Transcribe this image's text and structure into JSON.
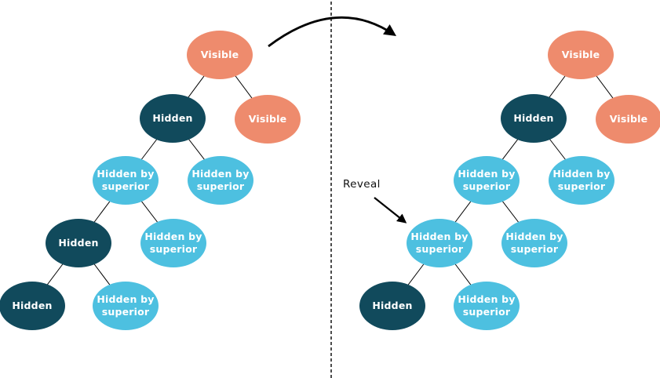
{
  "colors": {
    "visible": "#EE8B6D",
    "hidden": "#114A5C",
    "hidden_by_superior": "#4DC0E0",
    "line": "#000000",
    "node_text": "#FFFFFF"
  },
  "annotations": {
    "reveal": "Reveal"
  },
  "trees": {
    "left": {
      "nodes": [
        {
          "label": "Visible",
          "state": "visible"
        },
        {
          "label": "Hidden",
          "state": "hidden"
        },
        {
          "label": "Visible",
          "state": "visible"
        },
        {
          "label": "Hidden by superior",
          "state": "hidden_by_superior"
        },
        {
          "label": "Hidden by superior",
          "state": "hidden_by_superior"
        },
        {
          "label": "Hidden",
          "state": "hidden"
        },
        {
          "label": "Hidden by superior",
          "state": "hidden_by_superior"
        },
        {
          "label": "Hidden",
          "state": "hidden"
        },
        {
          "label": "Hidden by superior",
          "state": "hidden_by_superior"
        }
      ],
      "edges": [
        [
          0,
          1
        ],
        [
          0,
          2
        ],
        [
          1,
          3
        ],
        [
          1,
          4
        ],
        [
          3,
          5
        ],
        [
          3,
          6
        ],
        [
          5,
          7
        ],
        [
          5,
          8
        ]
      ]
    },
    "right": {
      "nodes": [
        {
          "label": "Visible",
          "state": "visible"
        },
        {
          "label": "Hidden",
          "state": "hidden"
        },
        {
          "label": "Visible",
          "state": "visible"
        },
        {
          "label": "Hidden by superior",
          "state": "hidden_by_superior"
        },
        {
          "label": "Hidden by superior",
          "state": "hidden_by_superior"
        },
        {
          "label": "Hidden by superior",
          "state": "hidden_by_superior"
        },
        {
          "label": "Hidden by superior",
          "state": "hidden_by_superior"
        },
        {
          "label": "Hidden",
          "state": "hidden"
        },
        {
          "label": "Hidden by superior",
          "state": "hidden_by_superior"
        }
      ],
      "edges": [
        [
          0,
          1
        ],
        [
          0,
          2
        ],
        [
          1,
          3
        ],
        [
          1,
          4
        ],
        [
          3,
          5
        ],
        [
          3,
          6
        ],
        [
          5,
          7
        ],
        [
          5,
          8
        ]
      ]
    }
  }
}
